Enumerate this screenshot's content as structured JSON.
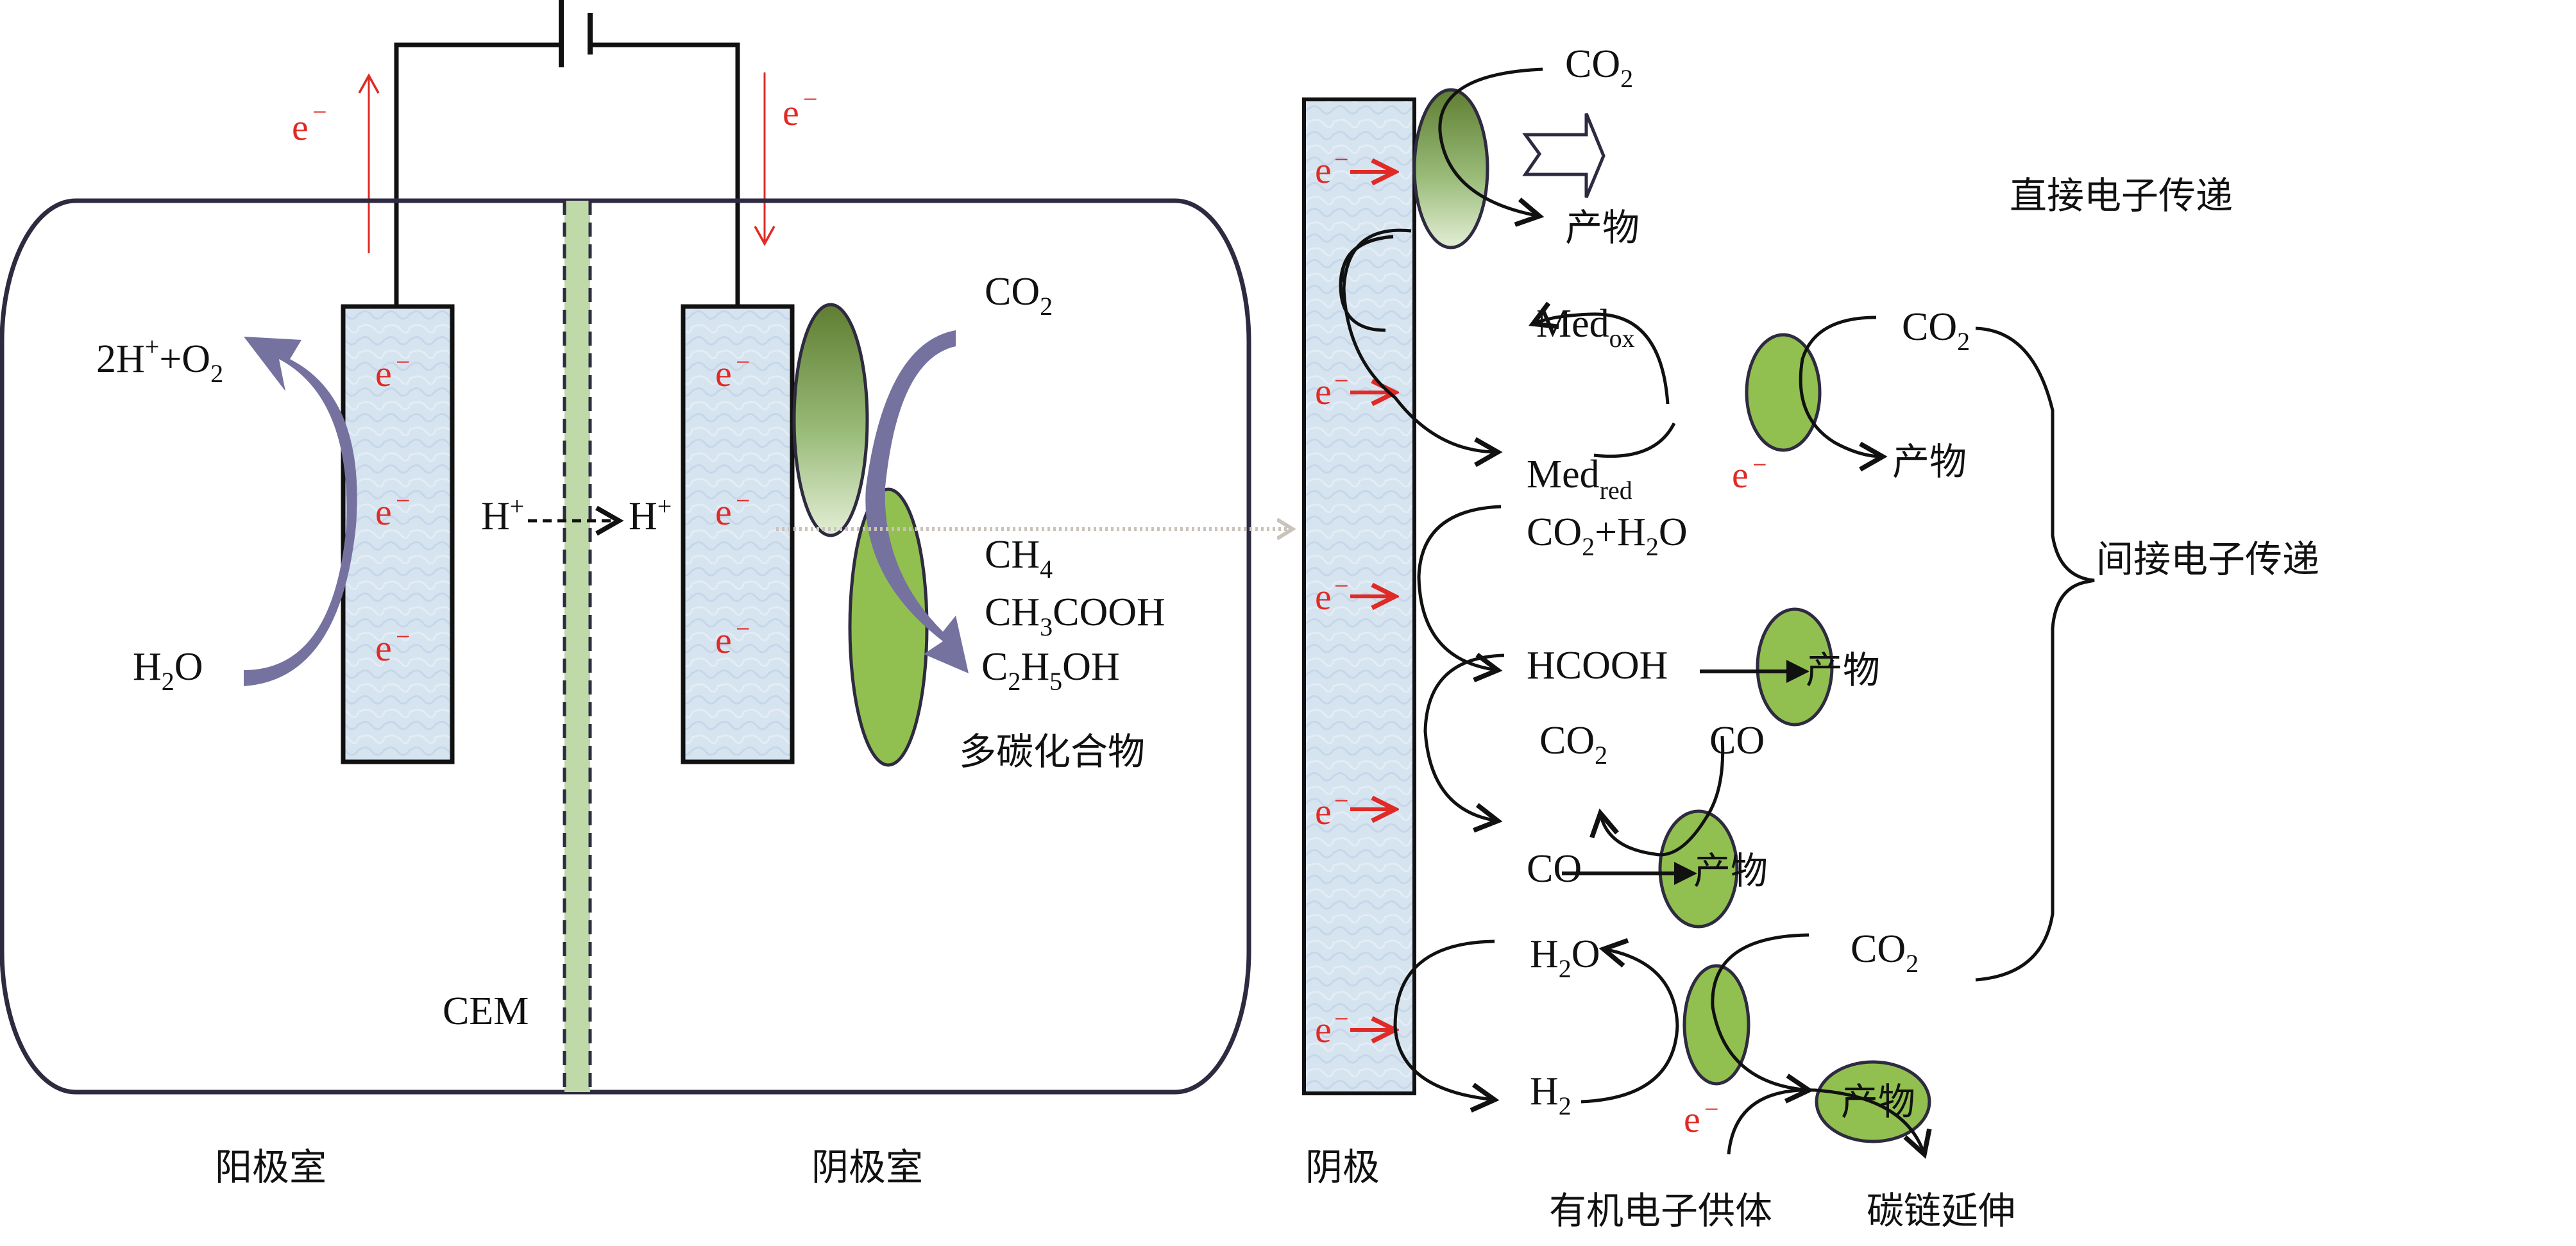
{
  "colors": {
    "electron_red": "#e02a26",
    "microbe_green": "#92c050",
    "microbe_dark_green": "#6b8a3c",
    "flow_arrow_purple": "#7572a0",
    "membrane_green": "#bfd9a8",
    "electrode_blue": "#d6e4f0",
    "outline": "#2e2a40"
  },
  "left_cell": {
    "electron": "e",
    "electron_charge": "−",
    "anode_reaction": {
      "product": "2H⁺+O₂",
      "product_parts": [
        "2H",
        "+",
        "+O",
        "2"
      ],
      "reactant_parts": [
        "H",
        "2",
        "O"
      ]
    },
    "proton_transfer": {
      "from": "H",
      "to": "H",
      "charge": "+"
    },
    "membrane_label": "CEM",
    "cathode_input_parts": [
      "CO",
      "2"
    ],
    "products": [
      {
        "parts": [
          "CH",
          "4"
        ]
      },
      {
        "parts": [
          "CH",
          "3",
          "COOH"
        ]
      },
      {
        "parts": [
          "C",
          "2",
          "H",
          "5",
          "OH"
        ]
      }
    ],
    "products_label": "多碳化合物",
    "anode_chamber_label": "阳极室",
    "cathode_chamber_label": "阴极室"
  },
  "right_panel": {
    "cathode_label": "阴极",
    "direct": {
      "input_parts": [
        "CO",
        "2"
      ],
      "output": "产物",
      "label": "直接电子传递"
    },
    "indirect_label": "间接电子传递",
    "mediator": {
      "ox": "Med",
      "ox_sub": "ox",
      "red": "Med",
      "red_sub": "red",
      "input_parts": [
        "CO",
        "2"
      ],
      "output": "产物"
    },
    "formate": {
      "input_parts": [
        "CO",
        "2",
        "+H",
        "2",
        "O"
      ],
      "intermediate": "HCOOH",
      "output": "产物"
    },
    "co_route": {
      "co2_parts": [
        "CO",
        "2"
      ],
      "co_top": "CO",
      "co_bottom": "CO",
      "output": "产物"
    },
    "hydrogen": {
      "h2o_parts": [
        "H",
        "2",
        "O"
      ],
      "h2_parts": [
        "H",
        "2"
      ],
      "input_parts": [
        "CO",
        "2"
      ],
      "output": "产物",
      "donor_label": "有机电子供体",
      "chain_label": "碳链延伸"
    }
  }
}
